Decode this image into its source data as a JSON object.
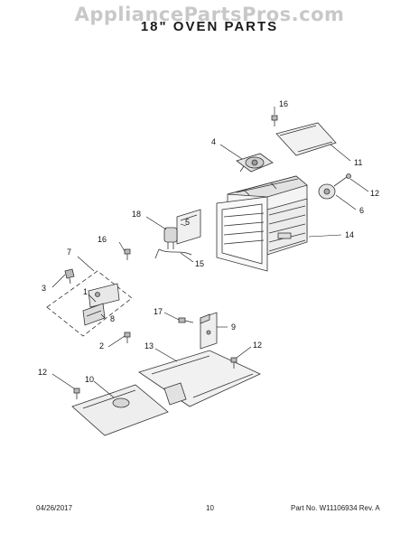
{
  "watermark": "AppliancePartsPros.com",
  "title": "18\" OVEN PARTS",
  "footer": {
    "date": "04/26/2017",
    "page_number": "10",
    "part_number": "Part No. W11106934  Rev. A"
  },
  "callouts": [
    "1",
    "2",
    "3",
    "4",
    "5",
    "6",
    "7",
    "8",
    "9",
    "10",
    "11",
    "12",
    "12",
    "12",
    "13",
    "14",
    "15",
    "16",
    "16",
    "17",
    "18"
  ]
}
